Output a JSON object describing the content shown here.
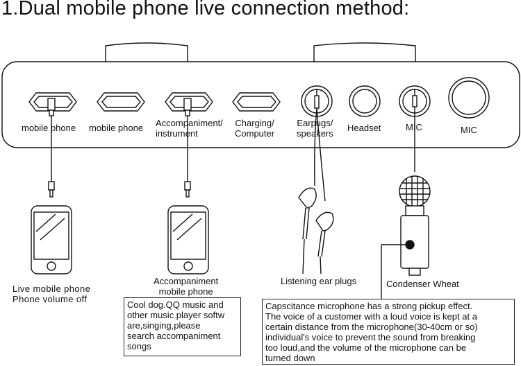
{
  "title": "1.Dual mobile phone live connection method:",
  "ports": [
    {
      "label": "mobile phone"
    },
    {
      "label": "mobile phone"
    },
    {
      "label_lines": [
        "Accompaniment/",
        "instrument"
      ]
    },
    {
      "label_lines": [
        "Charging/",
        "Computer"
      ]
    },
    {
      "label_lines": [
        "Earpugs/",
        "speakers"
      ]
    },
    {
      "label": "Headset"
    },
    {
      "label": "MIC"
    },
    {
      "label": "MIC"
    }
  ],
  "devices": {
    "live_phone": [
      "Live mobile phone",
      "Phone volume off"
    ],
    "accompaniment_phone": [
      "Accompaniment",
      "mobile phone"
    ],
    "ear_plugs": "Listening ear plugs",
    "condenser": "Condenser Wheat"
  },
  "notes": {
    "accompaniment": [
      "Cool dog.QQ music and",
      "other music player softw",
      "are,singing,please",
      "search accompaniment",
      "songs"
    ],
    "microphone": [
      "Capscitance microphone has a strong pickup effect.",
      "The voice of a customer with a loud voice is kept at a",
      "certain distance from the microphone(30-40cm or so)",
      "individual's voice to prevent the sound from breaking",
      "too loud,and the volume of the microphone can be",
      "turned down"
    ]
  }
}
